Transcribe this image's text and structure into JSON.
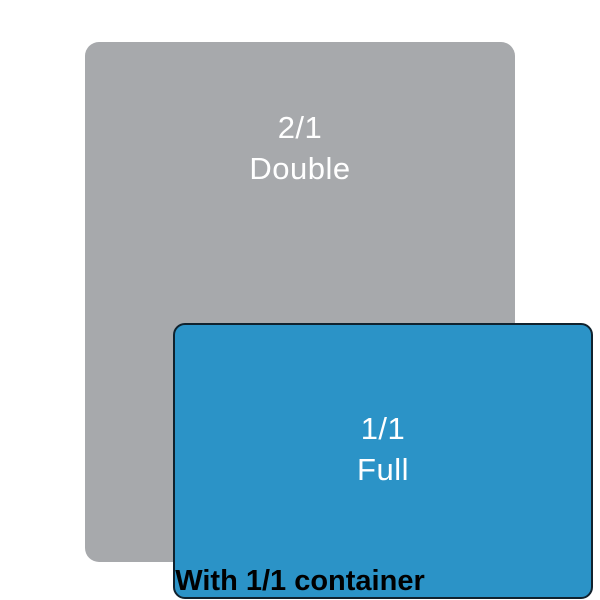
{
  "diagram": {
    "title_caption": "With 1/1 container",
    "containers": [
      {
        "id": "double",
        "size_code": "2/1",
        "size_name": "Double",
        "fill_color": "#a7a9ac",
        "text_color": "#ffffff"
      },
      {
        "id": "full",
        "size_code": "1/1",
        "size_name": "Full",
        "fill_color": "#2b93c7",
        "border_color": "#10222e",
        "text_color": "#ffffff"
      }
    ]
  }
}
